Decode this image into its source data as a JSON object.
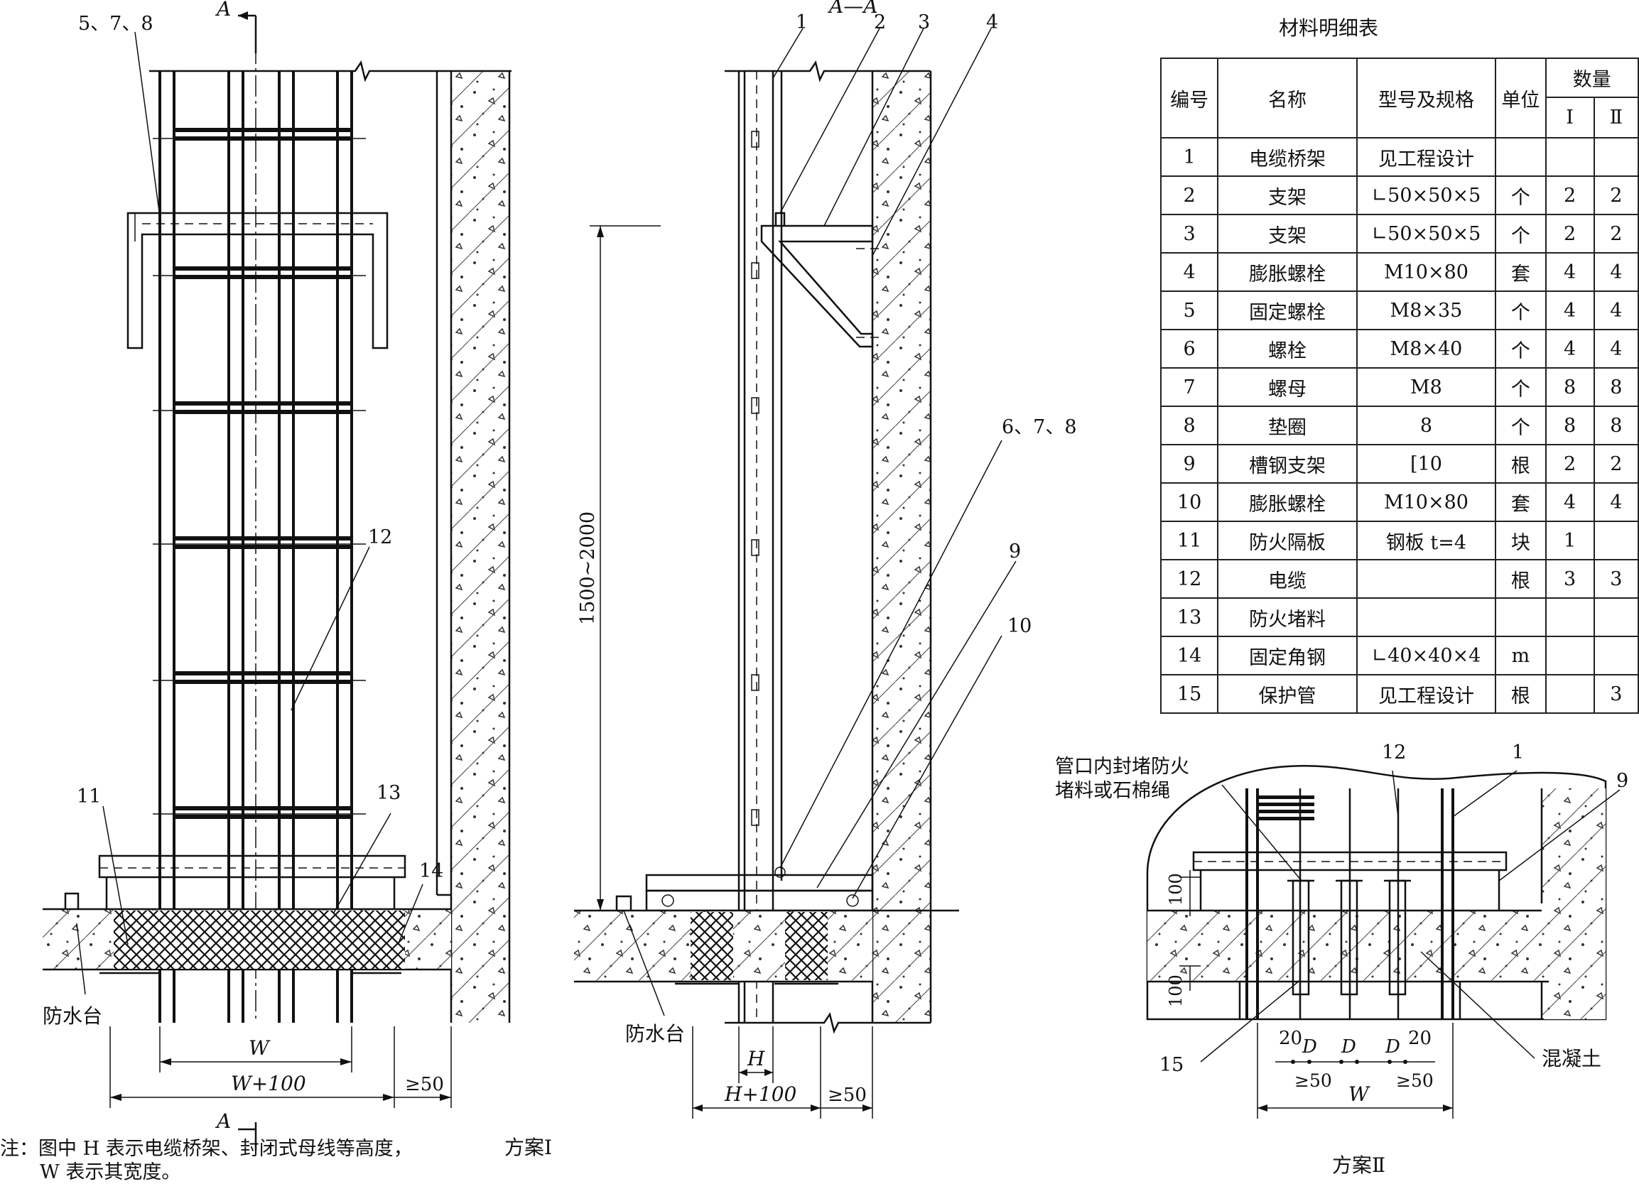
{
  "left_view": {
    "labels": {
      "section_mark": "A",
      "section_mark_bottom": "A",
      "callout_578": "5、7、8",
      "callout_12": "12",
      "callout_11": "11",
      "callout_13": "13",
      "callout_14": "14",
      "waterproof": "防水台",
      "dim_w": "W",
      "dim_w100": "W+100",
      "dim_ge50": "≥50"
    },
    "caption": "方案Ⅰ"
  },
  "section_view": {
    "title": "A—A",
    "callouts": [
      "1",
      "2",
      "3",
      "4"
    ],
    "callout_678": "6、7、8",
    "callout_9": "9",
    "callout_10": "10",
    "height_dim": "1500~2000",
    "waterproof": "防水台",
    "dim_h": "H",
    "dim_h100": "H+100",
    "dim_ge50": "≥50"
  },
  "right_view": {
    "note_fill": [
      "管口内封堵防火",
      "堵料或石棉绳"
    ],
    "callout_12": "12",
    "callout_1": "1",
    "callout_9": "9",
    "callout_15": "15",
    "concrete": "混凝土",
    "dim_100_top": "100",
    "dim_100_bottom": "100",
    "dim_20_left": "20",
    "dim_20_right": "20",
    "dim_d": "D",
    "dim_ge50_left": "≥50",
    "dim_ge50_right": "≥50",
    "dim_w": "W",
    "caption": "方案Ⅱ"
  },
  "table": {
    "title": "材料明细表",
    "headers": {
      "no": "编号",
      "name": "名称",
      "spec": "型号及规格",
      "unit": "单位",
      "qty": "数量",
      "q1": "Ⅰ",
      "q2": "Ⅱ"
    },
    "rows": [
      {
        "no": "1",
        "name": "电缆桥架",
        "spec": "见工程设计",
        "unit": "",
        "q1": "",
        "q2": ""
      },
      {
        "no": "2",
        "name": "支架",
        "spec": "∟50×50×5",
        "unit": "个",
        "q1": "2",
        "q2": "2"
      },
      {
        "no": "3",
        "name": "支架",
        "spec": "∟50×50×5",
        "unit": "个",
        "q1": "2",
        "q2": "2"
      },
      {
        "no": "4",
        "name": "膨胀螺栓",
        "spec": "M10×80",
        "unit": "套",
        "q1": "4",
        "q2": "4"
      },
      {
        "no": "5",
        "name": "固定螺栓",
        "spec": "M8×35",
        "unit": "个",
        "q1": "4",
        "q2": "4"
      },
      {
        "no": "6",
        "name": "螺栓",
        "spec": "M8×40",
        "unit": "个",
        "q1": "4",
        "q2": "4"
      },
      {
        "no": "7",
        "name": "螺母",
        "spec": "M8",
        "unit": "个",
        "q1": "8",
        "q2": "8"
      },
      {
        "no": "8",
        "name": "垫圈",
        "spec": "8",
        "unit": "个",
        "q1": "8",
        "q2": "8"
      },
      {
        "no": "9",
        "name": "槽钢支架",
        "spec": "[10",
        "unit": "根",
        "q1": "2",
        "q2": "2"
      },
      {
        "no": "10",
        "name": "膨胀螺栓",
        "spec": "M10×80",
        "unit": "套",
        "q1": "4",
        "q2": "4"
      },
      {
        "no": "11",
        "name": "防火隔板",
        "spec": "钢板 t=4",
        "unit": "块",
        "q1": "1",
        "q2": ""
      },
      {
        "no": "12",
        "name": "电缆",
        "spec": "",
        "unit": "根",
        "q1": "3",
        "q2": "3"
      },
      {
        "no": "13",
        "name": "防火堵料",
        "spec": "",
        "unit": "",
        "q1": "",
        "q2": ""
      },
      {
        "no": "14",
        "name": "固定角钢",
        "spec": "∟40×40×4",
        "unit": "m",
        "q1": "",
        "q2": ""
      },
      {
        "no": "15",
        "name": "保护管",
        "spec": "见工程设计",
        "unit": "根",
        "q1": "",
        "q2": "3"
      }
    ]
  },
  "note": {
    "line1": "注：图中 H 表示电缆桥架、封闭式母线等高度，",
    "line2": "W 表示其宽度。"
  }
}
